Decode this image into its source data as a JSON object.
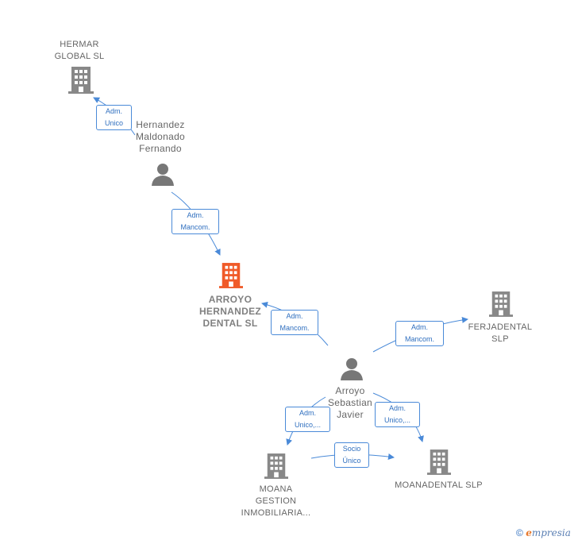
{
  "nodes": {
    "hermar": {
      "label": "HERMAR\nGLOBAL  SL",
      "type": "company"
    },
    "hernandez": {
      "label": "Hernandez\nMaldonado\nFernando",
      "type": "person"
    },
    "arroyo_hd": {
      "label": "ARROYO\nHERNANDEZ\nDENTAL  SL",
      "type": "company-main"
    },
    "ferjadental": {
      "label": "FERJADENTAL\nSLP",
      "type": "company"
    },
    "arroyo_sj": {
      "label": "Arroyo\nSebastian\nJavier",
      "type": "person"
    },
    "moana": {
      "label": "MOANA\nGESTION\nINMOBILIARIA...",
      "type": "company"
    },
    "moanadental": {
      "label": "MOANADENTAL SLP",
      "type": "company"
    }
  },
  "edges": [
    {
      "from": "hernandez",
      "to": "hermar",
      "label": "Adm.\nUnico"
    },
    {
      "from": "hernandez",
      "to": "arroyo_hd",
      "label": "Adm.\nMancom."
    },
    {
      "from": "arroyo_sj",
      "to": "arroyo_hd",
      "label": "Adm.\nMancom."
    },
    {
      "from": "arroyo_sj",
      "to": "ferjadental",
      "label": "Adm.\nMancom."
    },
    {
      "from": "arroyo_sj",
      "to": "moana",
      "label": "Adm.\nUnico,..."
    },
    {
      "from": "arroyo_sj",
      "to": "moanadental",
      "label": "Adm.\nUnico,..."
    },
    {
      "from": "moana",
      "to": "moanadental",
      "label": "Socio\nÚnico"
    }
  ],
  "colors": {
    "company": "#888888",
    "company_main": "#f05a28",
    "person": "#777777",
    "edge": "#4a8ad8"
  },
  "icons": {
    "company": "building-icon",
    "person": "person-icon"
  },
  "footer": {
    "copyright": "©",
    "brand": "mpresia",
    "brand_initial": "e"
  }
}
